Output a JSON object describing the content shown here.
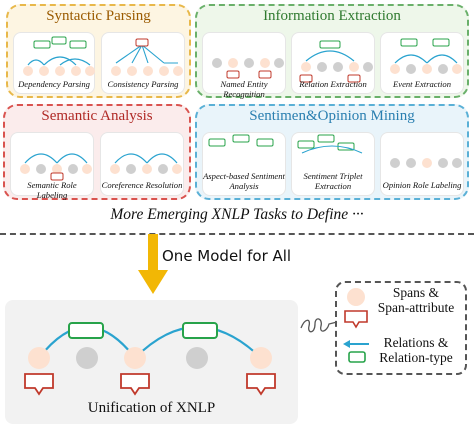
{
  "groups": {
    "syntactic": {
      "title": "Syntactic Parsing",
      "color": "#e8b84a",
      "title_color": "#9a5a00",
      "bg": "#fdf5e2",
      "cards": [
        {
          "label": "Dependency Parsing"
        },
        {
          "label": "Consistency Parsing"
        }
      ]
    },
    "information": {
      "title": "Information Extraction",
      "color": "#6ab06a",
      "title_color": "#2f7a2f",
      "bg": "#eef7ea",
      "cards": [
        {
          "label": "Named Entity Recognition"
        },
        {
          "label": "Relation Extraction"
        },
        {
          "label": "Event Extraction"
        }
      ]
    },
    "semantic": {
      "title": "Semantic Analysis",
      "color": "#d9534f",
      "title_color": "#b02a26",
      "bg": "#fbecec",
      "cards": [
        {
          "label": "Semantic Role Labeling"
        },
        {
          "label": "Coreference Resolution"
        }
      ]
    },
    "sentiment": {
      "title": "Sentimen&Opinion Mining",
      "color": "#5ab0d6",
      "title_color": "#2a7fb0",
      "bg": "#e9f4fa",
      "cards": [
        {
          "label": "Aspect-based Sentiment Analysis"
        },
        {
          "label": "Sentiment Triplet Extraction"
        },
        {
          "label": "Opinion Role Labeling"
        }
      ]
    }
  },
  "more_tasks": "More Emerging XNLP Tasks to Define ···",
  "one_model": "One Model for All",
  "unification_label": "Unification of XNLP",
  "legend": {
    "spans_line1": "Spans &",
    "spans_line2": "Span-attribute",
    "rel_line1": "Relations &",
    "rel_line2": "Relation-type"
  },
  "colors": {
    "arrow": "#f2b705",
    "arc": "#2aa3cf",
    "span_node": "#fde1d0",
    "gray_node": "#cfcfcf",
    "span_tag": "#c0392b",
    "rel_tag": "#27a34a"
  }
}
